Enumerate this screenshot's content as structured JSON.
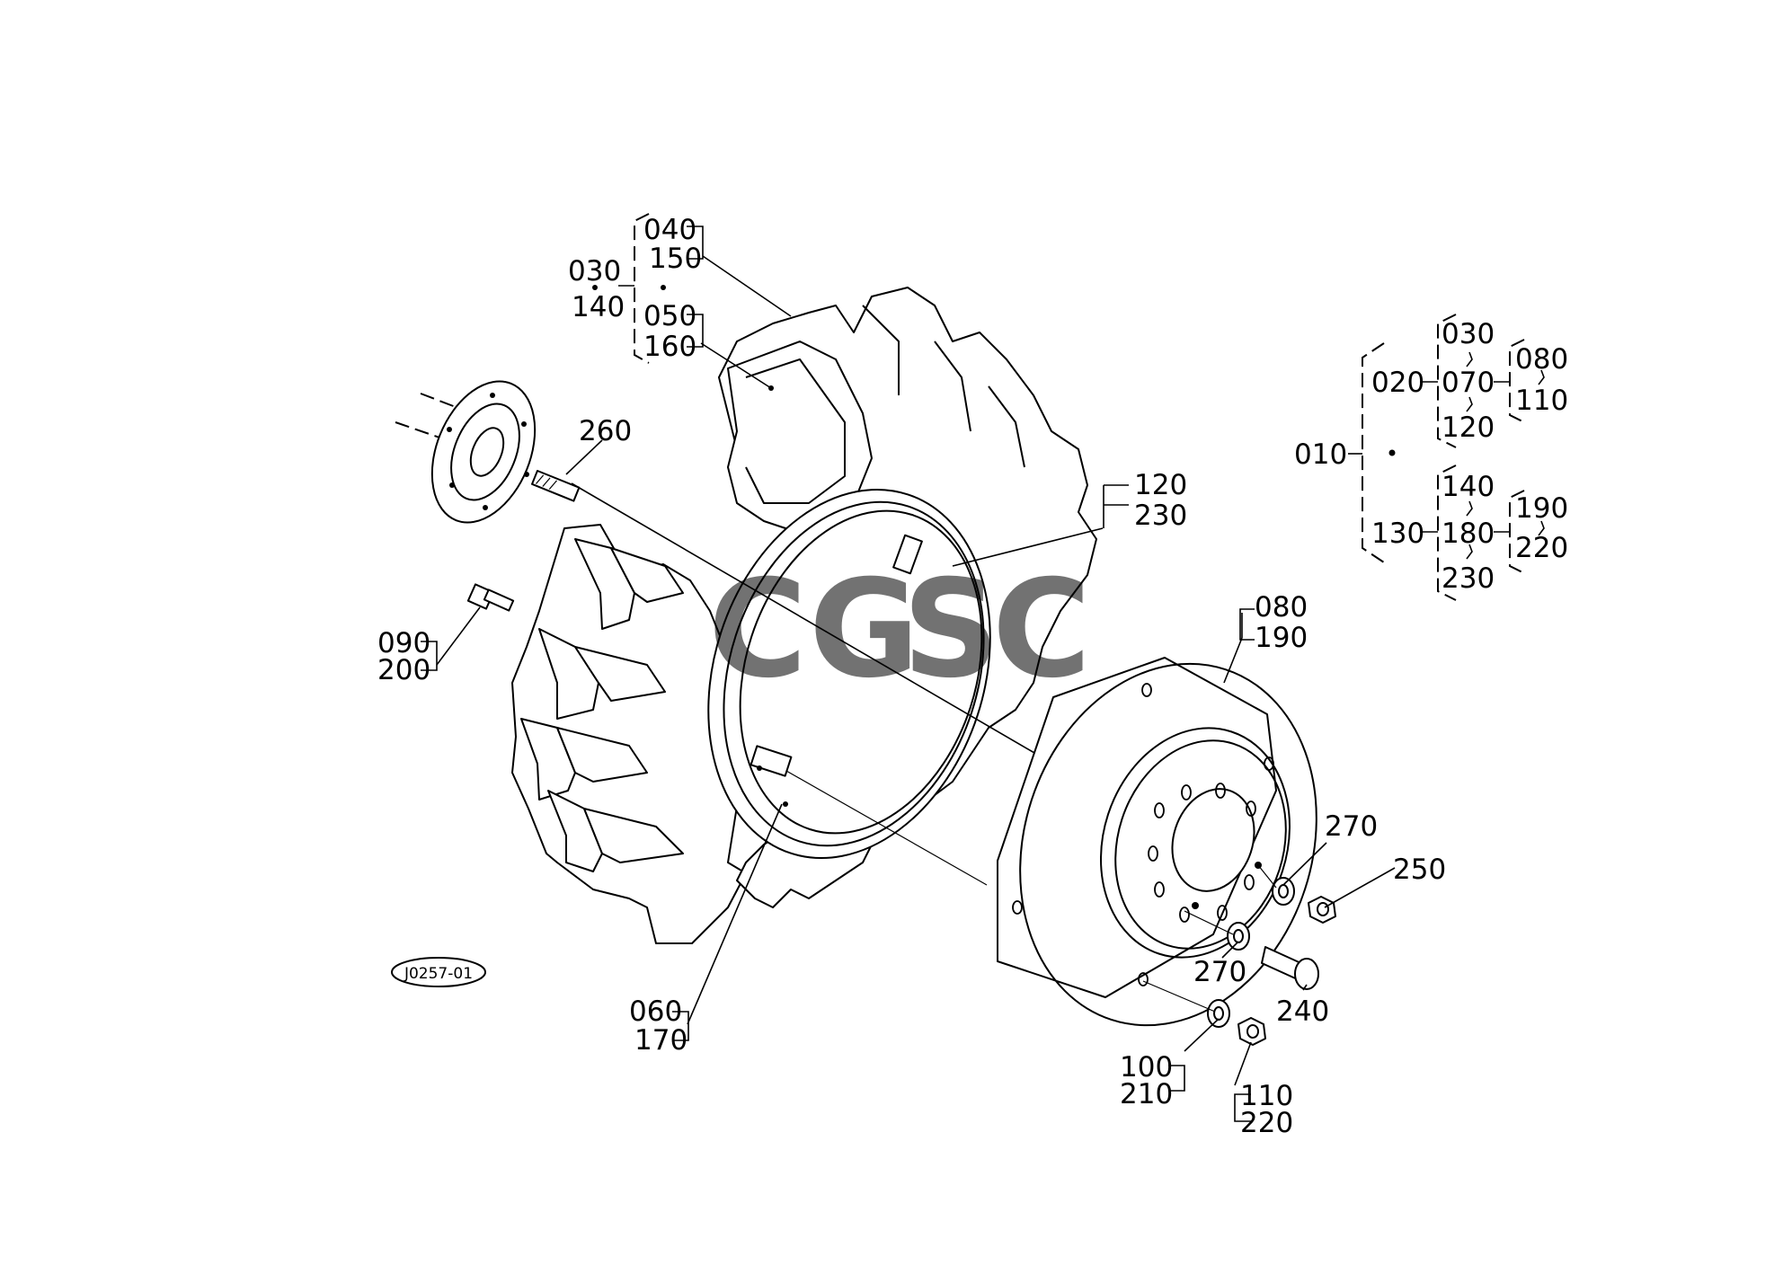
{
  "drawing": {
    "reference_code": "J0257-01",
    "watermark": {
      "text": "CGSC",
      "letters": [
        {
          "ch": "C",
          "color": "#4a8cf5"
        },
        {
          "ch": "G",
          "color": "#ee6b60"
        },
        {
          "ch": "S",
          "color": "#f7c944"
        },
        {
          "ch": "C",
          "color": "#43ad7b"
        }
      ]
    }
  },
  "callouts": {
    "c030": "030",
    "c140": "140",
    "c040": "040",
    "c150": "150",
    "c050": "050",
    "c160": "160",
    "c260": "260",
    "c120": "120",
    "c230": "230",
    "c090": "090",
    "c200": "200",
    "c080": "080",
    "c190": "190",
    "c270a": "270",
    "c250": "250",
    "c270b": "270",
    "c240": "240",
    "c060": "060",
    "c170": "170",
    "c100": "100",
    "c210": "210",
    "c110": "110",
    "c220": "220"
  },
  "structure_tree": {
    "root": "010",
    "groups": [
      {
        "id": "020",
        "children": [
          "030",
          "070",
          "120"
        ],
        "sub": [
          "080",
          "110"
        ]
      },
      {
        "id": "130",
        "children": [
          "140",
          "180",
          "230"
        ],
        "sub": [
          "190",
          "220"
        ]
      }
    ]
  }
}
